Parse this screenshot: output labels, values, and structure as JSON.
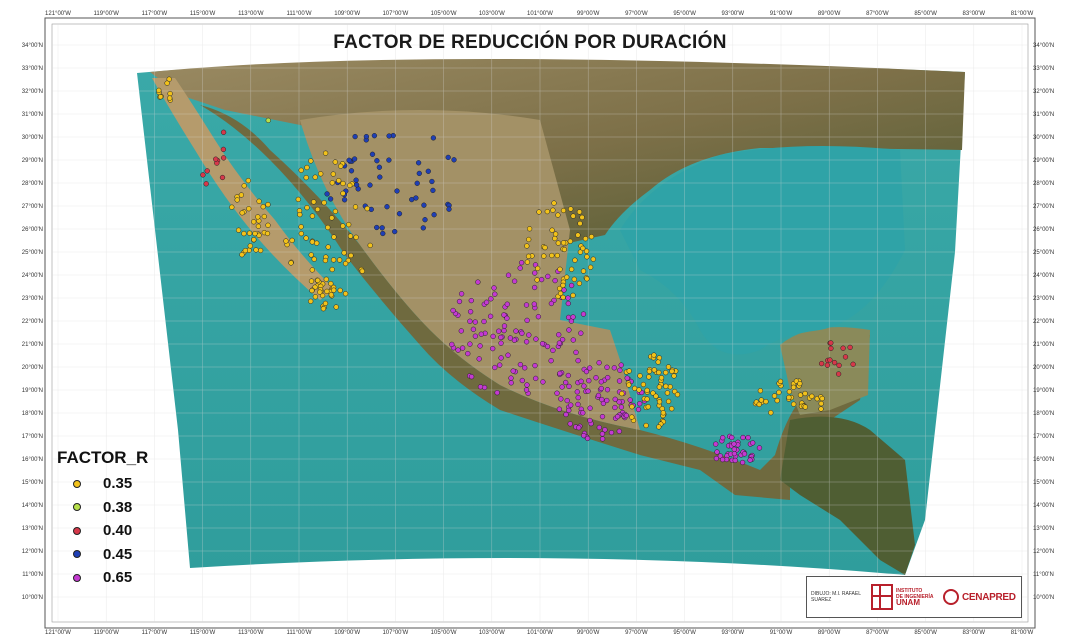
{
  "title": "FACTOR DE REDUCCIÓN POR DURACIÓN",
  "longitude_labels": [
    "121°00'W",
    "119°00'W",
    "117°00'W",
    "115°00'W",
    "113°00'W",
    "111°00'W",
    "109°00'W",
    "107°00'W",
    "105°00'W",
    "103°00'W",
    "101°00'W",
    "99°00'W",
    "97°00'W",
    "95°00'W",
    "93°00'W",
    "91°00'W",
    "89°00'W",
    "87°00'W",
    "85°00'W",
    "83°00'W",
    "81°00'W"
  ],
  "latitude_labels": [
    "34°00'N",
    "33°00'N",
    "32°00'N",
    "31°00'N",
    "30°00'N",
    "29°00'N",
    "28°00'N",
    "27°00'N",
    "26°00'N",
    "25°00'N",
    "24°00'N",
    "23°00'N",
    "22°00'N",
    "21°00'N",
    "20°00'N",
    "19°00'N",
    "18°00'N",
    "17°00'N",
    "16°00'N",
    "15°00'N",
    "14°00'N",
    "13°00'N",
    "12°00'N",
    "11°00'N",
    "10°00'N"
  ],
  "legend": {
    "title": "FACTOR_R",
    "items": [
      {
        "label": "0.35",
        "color": "#f2c21b"
      },
      {
        "label": "0.38",
        "color": "#b7e04a"
      },
      {
        "label": "0.40",
        "color": "#d6384a"
      },
      {
        "label": "0.45",
        "color": "#1f3fb5"
      },
      {
        "label": "0.65",
        "color": "#c43ad1"
      }
    ]
  },
  "colors": {
    "ocean": "#3aa7a4",
    "land": "#8a7a55",
    "frame": "#555555"
  },
  "credits": {
    "credit_text": "DIBUJO: M.I. RAFAEL SUAREZ",
    "unam_line1": "INSTITUTO",
    "unam_line2": "DE INGENIERÍA",
    "unam_line3": "UNAM",
    "cenapred": "CENAPRED"
  }
}
